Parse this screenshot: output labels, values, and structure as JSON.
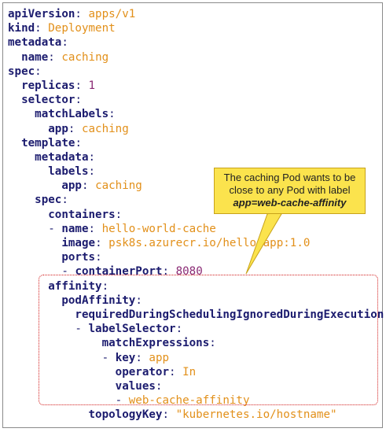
{
  "yaml_lines": [
    {
      "indent": 0,
      "dash": false,
      "key": "apiVersion",
      "value": "apps/v1",
      "vtype": "s"
    },
    {
      "indent": 0,
      "dash": false,
      "key": "kind",
      "value": "Deployment",
      "vtype": "s"
    },
    {
      "indent": 0,
      "dash": false,
      "key": "metadata",
      "value": "",
      "vtype": ""
    },
    {
      "indent": 1,
      "dash": false,
      "key": "name",
      "value": "caching",
      "vtype": "s"
    },
    {
      "indent": 0,
      "dash": false,
      "key": "spec",
      "value": "",
      "vtype": ""
    },
    {
      "indent": 1,
      "dash": false,
      "key": "replicas",
      "value": "1",
      "vtype": "n"
    },
    {
      "indent": 1,
      "dash": false,
      "key": "selector",
      "value": "",
      "vtype": ""
    },
    {
      "indent": 2,
      "dash": false,
      "key": "matchLabels",
      "value": "",
      "vtype": ""
    },
    {
      "indent": 3,
      "dash": false,
      "key": "app",
      "value": "caching",
      "vtype": "s"
    },
    {
      "indent": 1,
      "dash": false,
      "key": "template",
      "value": "",
      "vtype": ""
    },
    {
      "indent": 2,
      "dash": false,
      "key": "metadata",
      "value": "",
      "vtype": ""
    },
    {
      "indent": 3,
      "dash": false,
      "key": "labels",
      "value": "",
      "vtype": ""
    },
    {
      "indent": 4,
      "dash": false,
      "key": "app",
      "value": "caching",
      "vtype": "s"
    },
    {
      "indent": 2,
      "dash": false,
      "key": "spec",
      "value": "",
      "vtype": ""
    },
    {
      "indent": 3,
      "dash": false,
      "key": "containers",
      "value": "",
      "vtype": ""
    },
    {
      "indent": 3,
      "dash": true,
      "key": "name",
      "value": "hello-world-cache",
      "vtype": "s"
    },
    {
      "indent": 4,
      "dash": false,
      "key": "image",
      "value": "psk8s.azurecr.io/hello-app:1.0",
      "vtype": "s"
    },
    {
      "indent": 4,
      "dash": false,
      "key": "ports",
      "value": "",
      "vtype": ""
    },
    {
      "indent": 4,
      "dash": true,
      "key": "containerPort",
      "value": "8080",
      "vtype": "n"
    },
    {
      "indent": 3,
      "dash": false,
      "key": "affinity",
      "value": "",
      "vtype": ""
    },
    {
      "indent": 4,
      "dash": false,
      "key": "podAffinity",
      "value": "",
      "vtype": ""
    },
    {
      "indent": 5,
      "dash": false,
      "key": "requiredDuringSchedulingIgnoredDuringExecution",
      "value": "",
      "vtype": ""
    },
    {
      "indent": 5,
      "dash": true,
      "key": "labelSelector",
      "value": "",
      "vtype": ""
    },
    {
      "indent": 7,
      "dash": false,
      "key": "matchExpressions",
      "value": "",
      "vtype": ""
    },
    {
      "indent": 7,
      "dash": true,
      "key": "key",
      "value": "app",
      "vtype": "s"
    },
    {
      "indent": 8,
      "dash": false,
      "key": "operator",
      "value": "In",
      "vtype": "s"
    },
    {
      "indent": 8,
      "dash": false,
      "key": "values",
      "value": "",
      "vtype": ""
    },
    {
      "indent": 8,
      "dash": true,
      "key": "",
      "value": "web-cache-affinity",
      "vtype": "s"
    },
    {
      "indent": 6,
      "dash": false,
      "key": "topologyKey",
      "value": "\"kubernetes.io/hostname\"",
      "vtype": "s"
    }
  ],
  "callout": {
    "line1": "The caching Pod wants to be",
    "line2": "close to any Pod with label",
    "line3": "app=web-cache-affinity"
  },
  "colors": {
    "key": "#1b1b6e",
    "string": "#e2901a",
    "number": "#8a2a74",
    "highlight_border": "#d21d1d",
    "callout_bg": "#fbe34d"
  }
}
